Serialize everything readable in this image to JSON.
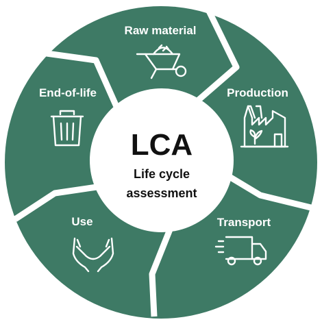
{
  "colors": {
    "segment": "#3e7a65",
    "divider": "#ffffff",
    "center": "#ffffff",
    "text_dark": "#111111",
    "text_light": "#ffffff"
  },
  "center": {
    "title": "LCA",
    "subtitle_line1": "Life cycle",
    "subtitle_line2": "assessment"
  },
  "stages": [
    {
      "label": "Raw material",
      "icon": "wheelbarrow-icon"
    },
    {
      "label": "Production",
      "icon": "factory-icon"
    },
    {
      "label": "Transport",
      "icon": "delivery-truck-icon"
    },
    {
      "label": "Use",
      "icon": "open-hands-icon"
    },
    {
      "label": "End-of-life",
      "icon": "trash-bin-icon"
    }
  ]
}
